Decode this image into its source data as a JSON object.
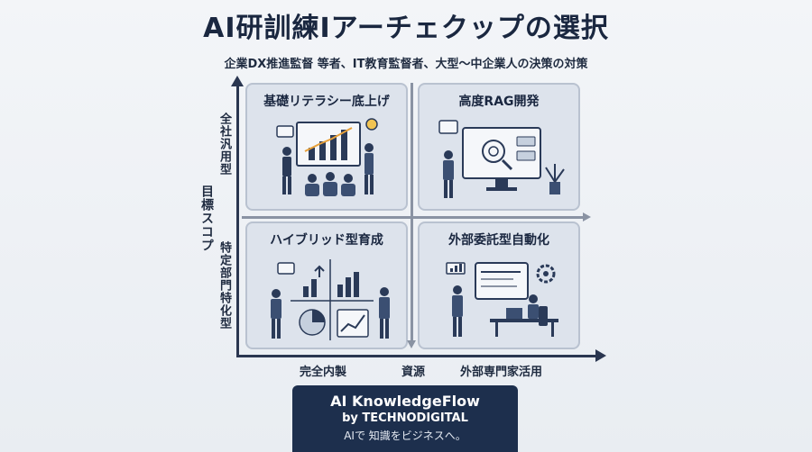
{
  "title": "AI研訓練Iアーチェクップの選択",
  "subtitle": "企業DX推進監督 等者、IT教育監督者、大型〜中企業人の決策の対策",
  "axes": {
    "y_label": "目標スコプ",
    "y_top": "全社汎用型",
    "y_bottom": "特定部門特化型",
    "x_left": "完全内製",
    "x_center": "資源",
    "x_right": "外部専門家活用"
  },
  "quadrants": [
    {
      "label": "基礎リテラシー底上げ",
      "icon": "presentation-chart-icon"
    },
    {
      "label": "高度RAG開発",
      "icon": "ai-search-screen-icon"
    },
    {
      "label": "ハイブリッド型育成",
      "icon": "split-workshop-icon"
    },
    {
      "label": "外部委託型自動化",
      "icon": "consultant-desk-icon"
    }
  ],
  "brand": {
    "name": "AI KnowledgeFlow",
    "by": "by TECHNODIGITAL",
    "tagline": "AIで 知識をビジネスへ。"
  },
  "colors": {
    "navy": "#1d2f4d",
    "panel_bg": "#dde3ec",
    "accent_orange": "#e8a13a"
  }
}
